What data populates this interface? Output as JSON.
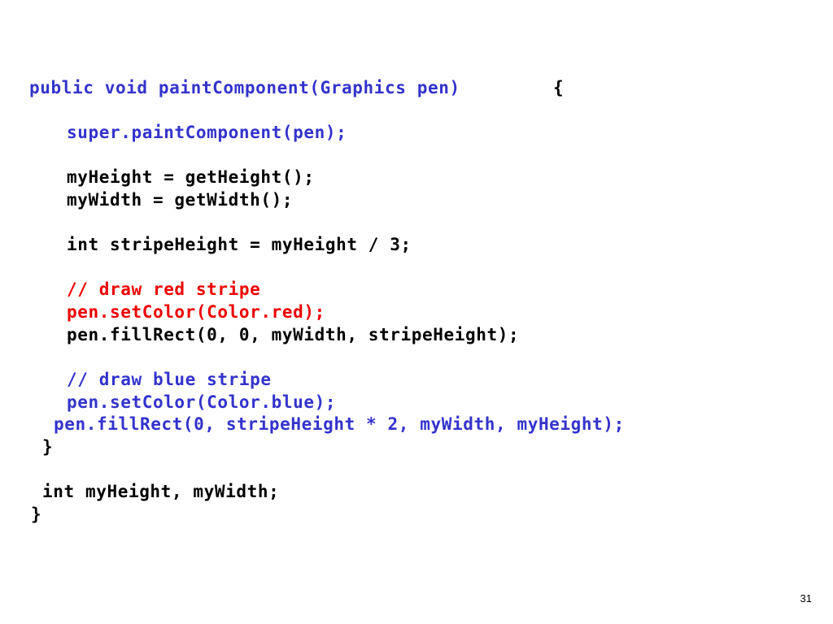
{
  "slide": {
    "page_number": "31",
    "colors": {
      "keyword_blue": "#3333cc",
      "comment_red": "#ee0000",
      "text_black": "#000000"
    },
    "code": {
      "method_signature": "public void paintComponent(Graphics pen)",
      "method_open_brace": "{",
      "super_call": "super.paintComponent(pen);",
      "height_assign": "myHeight = getHeight();",
      "width_assign": "myWidth = getWidth();",
      "stripe_height_decl": "int stripeHeight = myHeight / 3;",
      "red_comment": "// draw red stripe",
      "set_color_red": "pen.setColor(Color.red);",
      "fill_red": "pen.fillRect(0, 0, myWidth, stripeHeight);",
      "blue_comment": "// draw blue stripe",
      "set_color_blue": "pen.setColor(Color.blue);",
      "fill_blue": "pen.fillRect(0, stripeHeight * 2, myWidth, myHeight);",
      "method_close_brace": "}",
      "field_decl": "int myHeight, myWidth;",
      "class_close_brace": "}"
    }
  }
}
